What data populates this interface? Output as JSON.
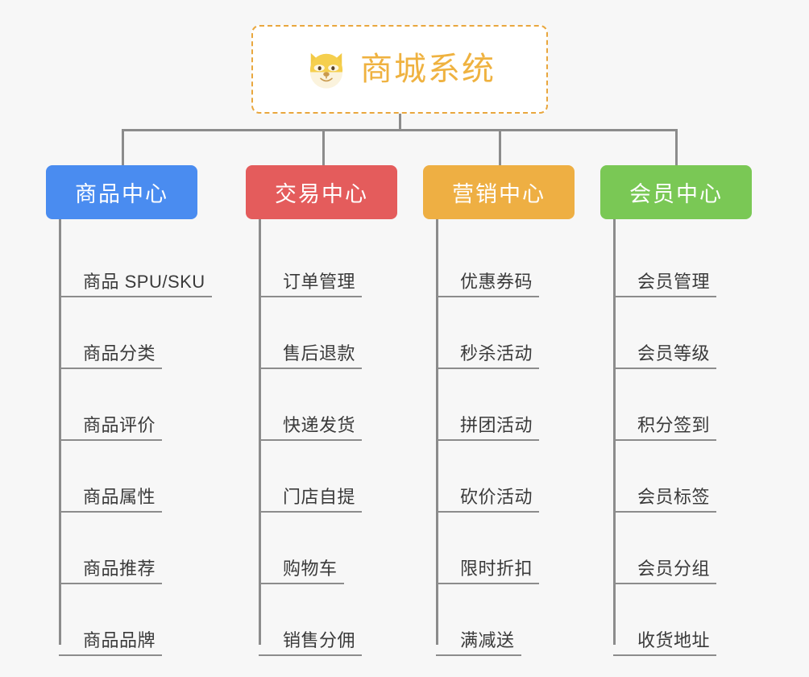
{
  "page": {
    "background_color": "#f7f7f7",
    "title": "商城系统功能架构图"
  },
  "root": {
    "label": "商城系统",
    "icon": "dog-face-icon",
    "border_color": "#e9a73e",
    "text_color": "#efb240",
    "background_color": "#ffffff"
  },
  "connector": {
    "color": "#8c8c8c"
  },
  "columns": [
    {
      "title": "商品中心",
      "color": "#4a8cf0",
      "items": [
        "商品 SPU/SKU",
        "商品分类",
        "商品评价",
        "商品属性",
        "商品推荐",
        "商品品牌"
      ]
    },
    {
      "title": "交易中心",
      "color": "#e45c5c",
      "items": [
        "订单管理",
        "售后退款",
        "快递发货",
        "门店自提",
        "购物车",
        "销售分佣"
      ]
    },
    {
      "title": "营销中心",
      "color": "#eeaf43",
      "items": [
        "优惠券码",
        "秒杀活动",
        "拼团活动",
        "砍价活动",
        "限时折扣",
        "满减送"
      ]
    },
    {
      "title": "会员中心",
      "color": "#7ac855",
      "items": [
        "会员管理",
        "会员等级",
        "积分签到",
        "会员标签",
        "会员分组",
        "收货地址"
      ]
    }
  ]
}
